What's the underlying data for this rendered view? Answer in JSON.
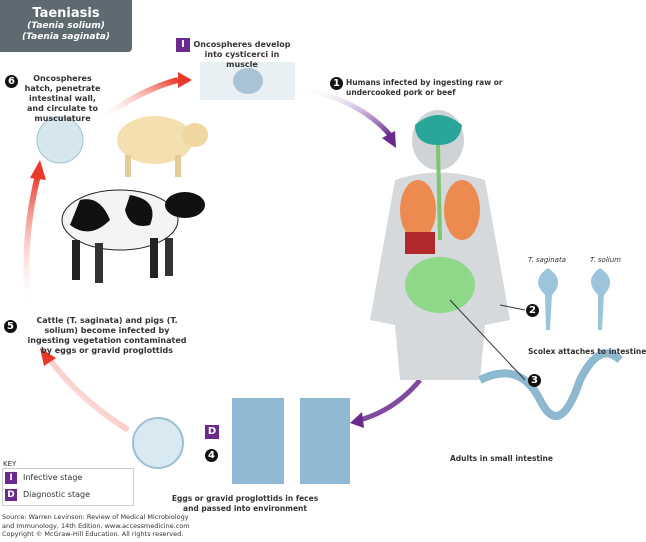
{
  "title": {
    "main": "Taeniasis",
    "sub1": "(Taenia solium)",
    "sub2": "(Taenia saginata)"
  },
  "steps": [
    {
      "num": "1",
      "text": "Humans infected by ingesting raw or undercooked pork or beef"
    },
    {
      "num": "2",
      "text": "Scolex attaches to intestine"
    },
    {
      "num": "3",
      "text": "Adults in small intestine"
    },
    {
      "num": "4",
      "text": "Eggs or gravid proglottids in feces and passed into environment"
    },
    {
      "num": "5",
      "text": "Cattle (T. saginata) and pigs (T. solium) become infected by ingesting vegetation contaminated by eggs or gravid proglottids"
    },
    {
      "num": "6",
      "text": "Oncospheres hatch, penetrate intestinal wall, and circulate to musculature"
    }
  ],
  "infective_label": "Oncospheres develop into cysticerci in muscle",
  "scolex_labels": {
    "saginata": "T. saginata",
    "solium": "T. solium"
  },
  "badges": {
    "infective": "I",
    "diagnostic": "D"
  },
  "key": {
    "title": "KEY",
    "infective": "Infective stage",
    "diagnostic": "Diagnostic stage"
  },
  "source": [
    "Source: Warren Levinson: Review of Medical Microbiology",
    "and Immunology, 14th Edition, www.accessmedicine.com",
    "Copyright © McGraw-Hill Education. All rights reserved."
  ],
  "colors": {
    "purple": "#6a2a8c",
    "red": "#e8392a",
    "title_bg": "#5d6a72"
  }
}
